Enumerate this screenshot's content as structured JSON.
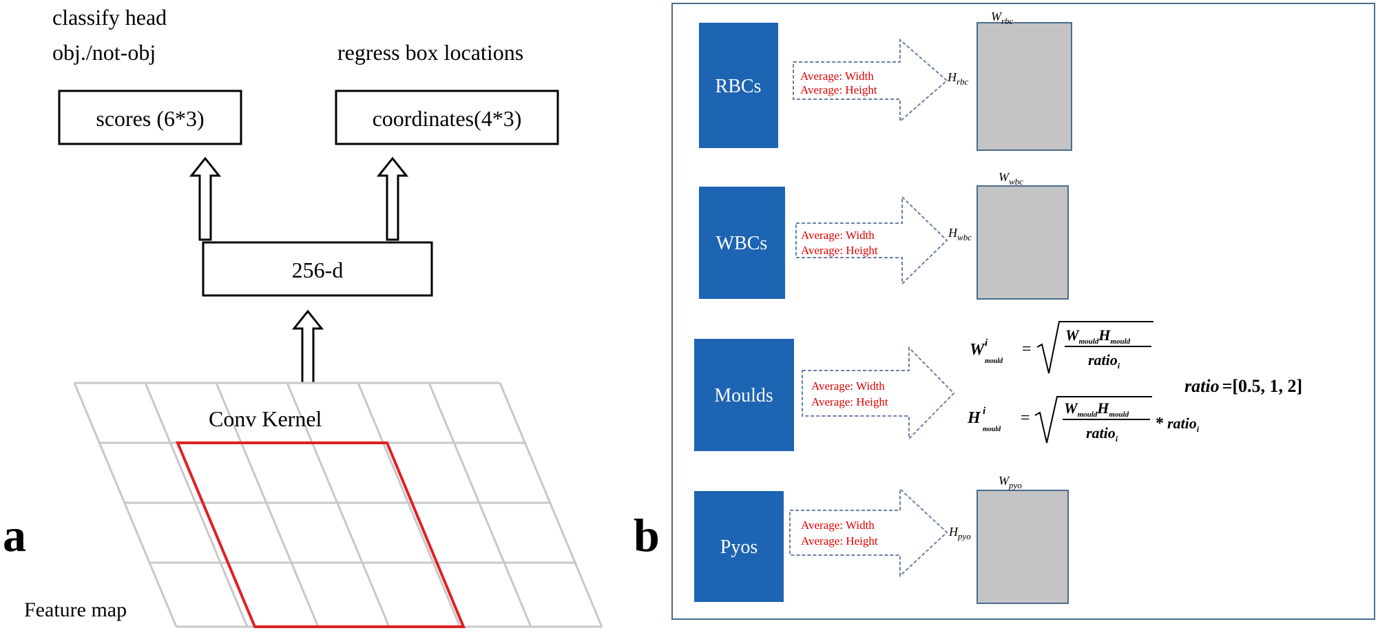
{
  "panel_a": {
    "label": "a",
    "classify_head_line1": "classify head",
    "classify_head_line2": "obj./not-obj",
    "regress_label": "regress box locations",
    "scores_box": "scores (6*3)",
    "coords_box": "coordinates(4*3)",
    "feature_box": "256-d",
    "conv_kernel": "Conv Kernel",
    "feature_map": "Feature map"
  },
  "panel_b": {
    "label": "b",
    "arrow_line1": "Average: Width",
    "arrow_line2": "Average: Height",
    "rows": [
      {
        "name": "RBCs",
        "w_base": "W",
        "w_sub": "rbc",
        "h_base": "H",
        "h_sub": "rbc"
      },
      {
        "name": "WBCs",
        "w_base": "W",
        "w_sub": "wbc",
        "h_base": "H",
        "h_sub": "wbc"
      },
      {
        "name": "Moulds"
      },
      {
        "name": "Pyos",
        "w_base": "W",
        "w_sub": "pyo",
        "h_base": "H",
        "h_sub": "pyo"
      }
    ],
    "formula": {
      "w_base": "W",
      "w_sup": "i",
      "w_sub": "mould",
      "h_base": "H",
      "h_sup": "i",
      "h_sub": "mould",
      "equals": "=",
      "num_w": "W",
      "num_w_sub": "mould",
      "num_h": "H",
      "num_h_sub": "mould",
      "den": "ratio",
      "den_sub": "i",
      "times": "*",
      "ratio_word": "ratio",
      "ratio_sub": "i",
      "ratio_def_lhs": "ratio",
      "ratio_def_rhs": "=[0.5, 1, 2]"
    }
  },
  "colors": {
    "blue_box": "#1d64b3",
    "gray_box": "#c4c4c4",
    "kernel_red": "#e02020",
    "grid_gray": "#c8c8c8",
    "arrow_text_red": "#e00000",
    "panel_border": "#4a6a8c",
    "arrow_border": "#6a7fa6"
  },
  "icons": {
    "up_arrow": "up-arrow-icon",
    "right_arrow": "right-arrow-icon"
  }
}
